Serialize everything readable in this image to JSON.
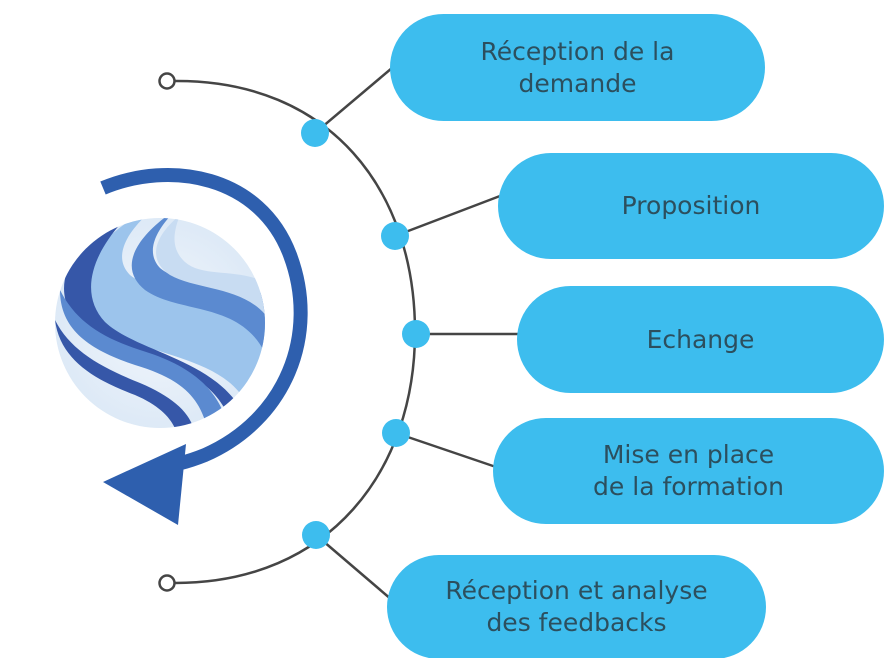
{
  "colors": {
    "pill": "#3dbdee",
    "pill_text": "#2c4f5e",
    "dot": "#3dbdee",
    "connector": "#454545",
    "arrow": "#2e5fae",
    "logo_dark": "#3657a8",
    "logo_mid": "#5b8ad0",
    "logo_light": "#9cc4ec",
    "logo_bg": "#e4eef8"
  },
  "logo": {
    "icon": "swirl-globe-icon",
    "arrow_icon": "circular-arrow-icon"
  },
  "steps": [
    {
      "label": "Réception de la\ndemande"
    },
    {
      "label": "Proposition"
    },
    {
      "label": "Echange"
    },
    {
      "label": "Mise en place\nde la formation"
    },
    {
      "label": "Réception et analyse\ndes feedbacks"
    }
  ]
}
